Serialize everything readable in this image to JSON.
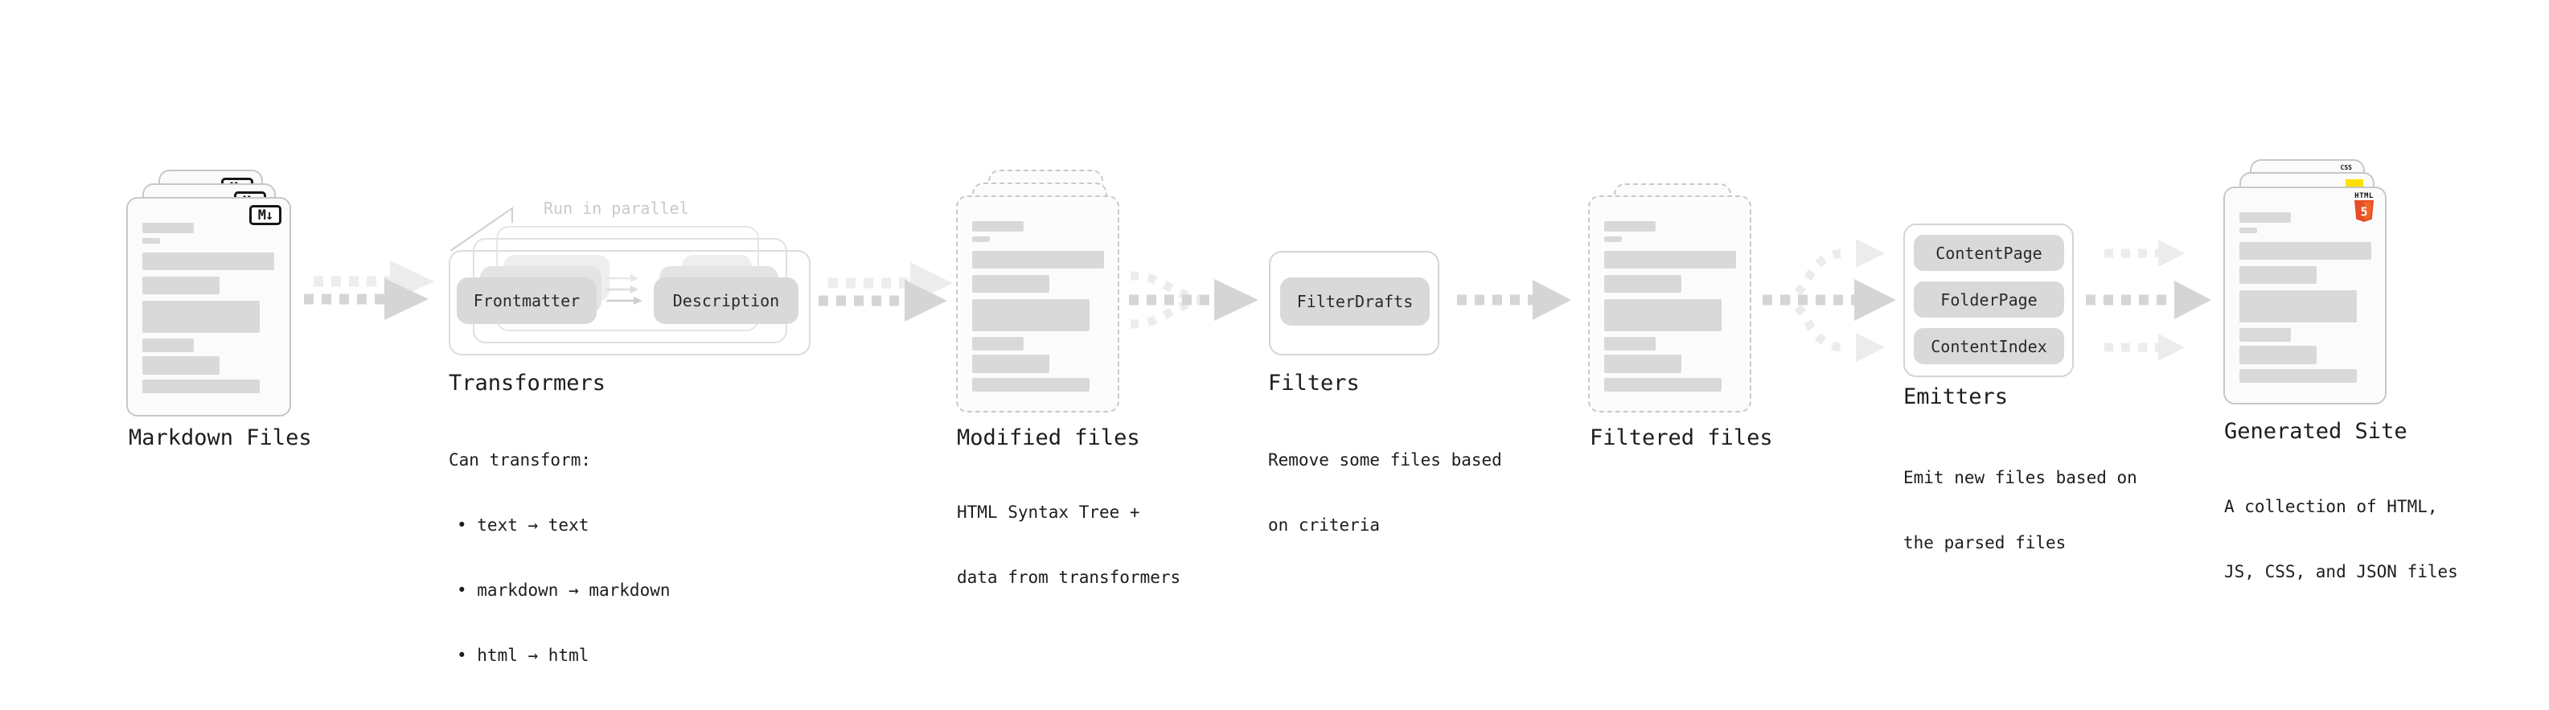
{
  "stages": {
    "markdown": {
      "title": "Markdown Files"
    },
    "transformers": {
      "title": "Transformers",
      "note": "Run in parallel",
      "box_left": "Frontmatter",
      "box_right": "Description",
      "desc": [
        "Can transform:",
        "• text → text",
        "• markdown → markdown",
        "• html → html"
      ]
    },
    "modified": {
      "title": "Modified files",
      "desc": [
        "HTML Syntax Tree +",
        "data from transformers"
      ]
    },
    "filters": {
      "title": "Filters",
      "box": "FilterDrafts",
      "desc": [
        "Remove some files based",
        "on criteria"
      ]
    },
    "filtered": {
      "title": "Filtered files"
    },
    "emitters": {
      "title": "Emitters",
      "boxes": [
        "ContentPage",
        "FolderPage",
        "ContentIndex"
      ],
      "desc": [
        "Emit new files based on",
        "the parsed files"
      ]
    },
    "generated": {
      "title": "Generated Site",
      "desc": [
        "A collection of HTML,",
        "JS, CSS, and JSON files"
      ]
    }
  },
  "badges": {
    "markdown": "M↓",
    "html5_label": "HTML",
    "html5_number": "5",
    "css": "CSS"
  },
  "file_bars": [
    {
      "w": 64,
      "h": 13,
      "mt": 0
    },
    {
      "w": 22,
      "h": 7,
      "mt": 6
    },
    {
      "w": 164,
      "h": 22,
      "mt": 11
    },
    {
      "w": 96,
      "h": 22,
      "mt": 8
    },
    {
      "w": 146,
      "h": 40,
      "mt": 8
    },
    {
      "w": 64,
      "h": 17,
      "mt": 7
    },
    {
      "w": 96,
      "h": 23,
      "mt": 5
    },
    {
      "w": 146,
      "h": 17,
      "mt": 6
    }
  ],
  "colors": {
    "arrow_dark": "#d5d5d5",
    "arrow_light": "#ededed",
    "bar": "#d9d9d9",
    "html5_orange": "#e44d26",
    "js_yellow": "#ffdf00",
    "css_blue": "#2f6be4"
  }
}
